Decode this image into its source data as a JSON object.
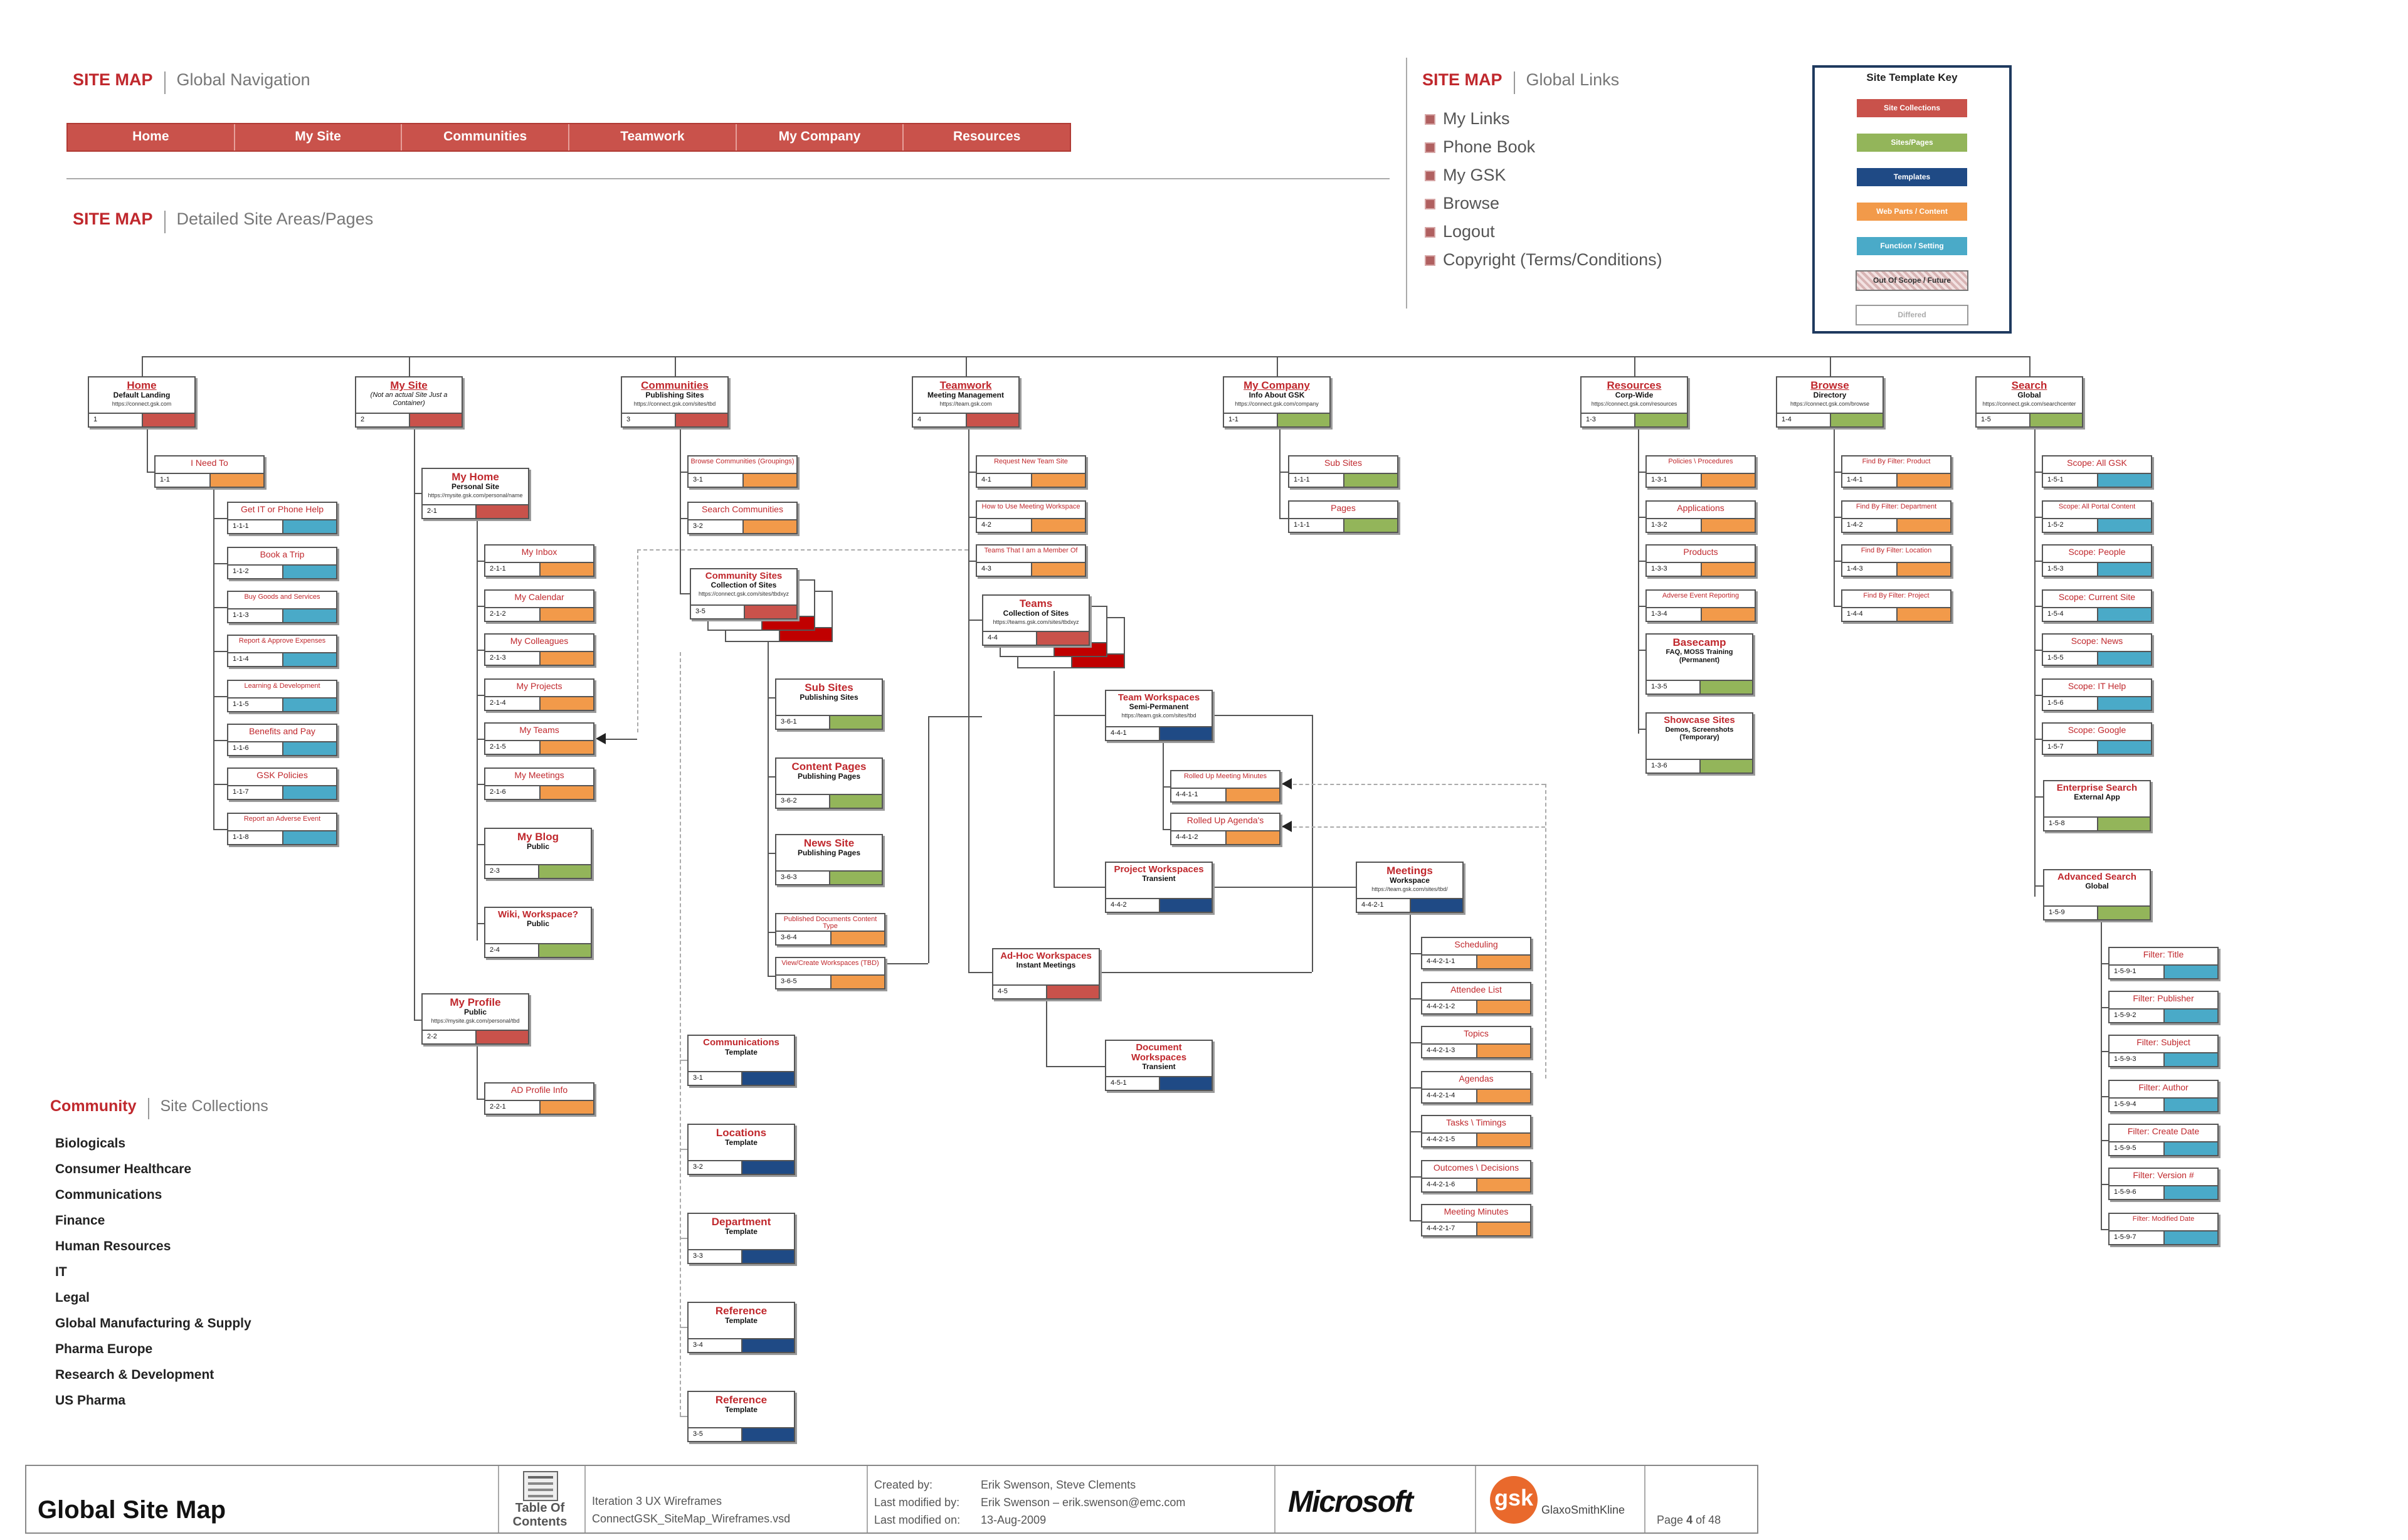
{
  "header": {
    "sitemap_label": "SITE MAP",
    "global_nav_title": "Global Navigation",
    "detailed_title": "Detailed Site Areas/Pages",
    "global_links_title": "Global Links"
  },
  "nav_tabs": [
    "Home",
    "My Site",
    "Communities",
    "Teamwork",
    "My Company",
    "Resources"
  ],
  "global_links": [
    "My Links",
    "Phone Book",
    "My GSK",
    "Browse",
    "Logout",
    "Copyright (Terms/Conditions)"
  ],
  "key": {
    "title": "Site Template Key",
    "items": [
      {
        "label": "Site Collections",
        "color": "#c9524b"
      },
      {
        "label": "Sites/Pages",
        "color": "#93b55a"
      },
      {
        "label": "Templates",
        "color": "#1f4a85"
      },
      {
        "label": "Web Parts / Content",
        "color": "#f29a4a"
      },
      {
        "label": "Function / Setting",
        "color": "#4aaac8"
      },
      {
        "label": "Out Of Scope / Future",
        "color": "#d8b4b4"
      },
      {
        "label": "Differed",
        "color": "#ffffff"
      }
    ]
  },
  "colors": {
    "red": "#c9524b",
    "green": "#93b55a",
    "navy": "#1f4a85",
    "orange": "#f29a4a",
    "teal": "#4aaac8",
    "hatch": "#d8b4b4",
    "white": "#ffffff"
  },
  "community": {
    "title": "Community",
    "subtitle": "Site Collections",
    "items": [
      "Biologicals",
      "Consumer Healthcare",
      "Communications",
      "Finance",
      "Human Resources",
      "IT",
      "Legal",
      "Global Manufacturing & Supply",
      "Pharma Europe",
      "Research & Development",
      "US Pharma"
    ]
  },
  "nodes": [
    {
      "k": "n1",
      "title": "Home",
      "sub": "Default Landing",
      "url": "https://connect.gsk.com",
      "id": "1",
      "color": "red",
      "link": true
    },
    {
      "k": "n2",
      "title": "My Site",
      "sub": "(Not an actual Site Just a Container)",
      "url": "",
      "id": "2",
      "color": "red",
      "link": true
    },
    {
      "k": "n3",
      "title": "Communities",
      "sub": "Publishing Sites",
      "url": "https://connect.gsk.com/sites/tbd",
      "id": "3",
      "color": "red",
      "link": true
    },
    {
      "k": "n4",
      "title": "Teamwork",
      "sub": "Meeting Management",
      "url": "https://team.gsk.com",
      "id": "4",
      "color": "red",
      "link": true
    },
    {
      "k": "n5",
      "title": "My Company",
      "sub": "Info About GSK",
      "url": "https://connect.gsk.com/company",
      "id": "1-1",
      "color": "green",
      "link": true
    },
    {
      "k": "n6",
      "title": "Resources",
      "sub": "Corp-Wide",
      "url": "https://connect.gsk.com/resources",
      "id": "1-3",
      "color": "green",
      "link": true
    },
    {
      "k": "n7",
      "title": "Browse",
      "sub": "Directory",
      "url": "https://connect.gsk.com/browse",
      "id": "1-4",
      "color": "green",
      "link": true
    },
    {
      "k": "n8",
      "title": "Search",
      "sub": "Global",
      "url": "https://connect.gsk.com/searchcenter",
      "id": "1-5",
      "color": "green",
      "link": true
    },
    {
      "k": "h1",
      "title": "I Need To",
      "id": "1-1",
      "color": "orange"
    },
    {
      "k": "h2",
      "title": "Get IT or Phone Help",
      "id": "1-1-1",
      "color": "teal"
    },
    {
      "k": "h3",
      "title": "Book a Trip",
      "id": "1-1-2",
      "color": "teal"
    },
    {
      "k": "h4",
      "title": "Buy Goods and Services",
      "id": "1-1-3",
      "color": "teal"
    },
    {
      "k": "h5",
      "title": "Report & Approve Expenses",
      "id": "1-1-4",
      "color": "teal"
    },
    {
      "k": "h6",
      "title": "Learning & Development",
      "id": "1-1-5",
      "color": "teal"
    },
    {
      "k": "h7",
      "title": "Benefits and Pay",
      "id": "1-1-6",
      "color": "teal"
    },
    {
      "k": "h8",
      "title": "GSK Policies",
      "id": "1-1-7",
      "color": "teal"
    },
    {
      "k": "h9",
      "title": "Report an Adverse Event",
      "id": "1-1-8",
      "color": "teal"
    },
    {
      "k": "m1",
      "title": "My Home",
      "sub": "Personal Site",
      "url": "https://mysite.gsk.com/personal/name",
      "id": "2-1",
      "color": "red"
    },
    {
      "k": "m2",
      "title": "My Inbox",
      "id": "2-1-1",
      "color": "orange"
    },
    {
      "k": "m3",
      "title": "My Calendar",
      "id": "2-1-2",
      "color": "orange"
    },
    {
      "k": "m4",
      "title": "My Colleagues",
      "id": "2-1-3",
      "color": "orange"
    },
    {
      "k": "m5",
      "title": "My Projects",
      "id": "2-1-4",
      "color": "orange"
    },
    {
      "k": "m6",
      "title": "My Teams",
      "id": "2-1-5",
      "color": "orange"
    },
    {
      "k": "m7",
      "title": "My Meetings",
      "id": "2-1-6",
      "color": "orange"
    },
    {
      "k": "m8",
      "title": "My Blog",
      "sub": "Public",
      "id": "2-3",
      "color": "green"
    },
    {
      "k": "m9",
      "title": "Wiki, Workspace?",
      "sub": "Public",
      "id": "2-4",
      "color": "green"
    },
    {
      "k": "m10",
      "title": "My Profile",
      "sub": "Public",
      "url": "https://mysite.gsk.com/personal/tbd",
      "id": "2-2",
      "color": "red"
    },
    {
      "k": "m11",
      "title": "AD Profile Info",
      "id": "2-2-1",
      "color": "orange"
    },
    {
      "k": "c1",
      "title": "Browse Communities (Groupings)",
      "id": "3-1",
      "color": "orange"
    },
    {
      "k": "c2",
      "title": "Search Communities",
      "id": "3-2",
      "color": "orange"
    },
    {
      "k": "c3",
      "title": "Community Sites",
      "sub": "Collection of Sites",
      "url": "https://connect.gsk.com/sites/tbdxyz",
      "id": "3-5",
      "color": "red"
    },
    {
      "k": "c4",
      "title": "Sub Sites",
      "sub": "Publishing Sites",
      "id": "3-6-1",
      "color": "green"
    },
    {
      "k": "c5",
      "title": "Content Pages",
      "sub": "Publishing Pages",
      "id": "3-6-2",
      "color": "green"
    },
    {
      "k": "c6",
      "title": "News Site",
      "sub": "Publishing Pages",
      "id": "3-6-3",
      "color": "green"
    },
    {
      "k": "c7",
      "title": "Published Documents Content Type",
      "id": "3-6-4",
      "color": "orange"
    },
    {
      "k": "c8",
      "title": "View/Create Workspaces (TBD)",
      "id": "3-6-5",
      "color": "orange"
    },
    {
      "k": "c9",
      "title": "Communications",
      "sub": "Template",
      "id": "3-1",
      "color": "navy"
    },
    {
      "k": "c10",
      "title": "Locations",
      "sub": "Template",
      "id": "3-2",
      "color": "navy"
    },
    {
      "k": "c11",
      "title": "Department",
      "sub": "Template",
      "id": "3-3",
      "color": "navy"
    },
    {
      "k": "c12",
      "title": "Reference",
      "sub": "Template",
      "id": "3-4",
      "color": "navy"
    },
    {
      "k": "c13",
      "title": "Reference",
      "sub": "Template",
      "id": "3-5",
      "color": "navy"
    },
    {
      "k": "t1",
      "title": "Request New Team Site",
      "id": "4-1",
      "color": "orange"
    },
    {
      "k": "t2",
      "title": "How to Use Meeting Workspace",
      "id": "4-2",
      "color": "orange"
    },
    {
      "k": "t3",
      "title": "Teams That I am a Member Of",
      "id": "4-3",
      "color": "orange"
    },
    {
      "k": "t4",
      "title": "Teams",
      "sub": "Collection of Sites",
      "url": "https://teams.gsk.com/sites/tbdxyz",
      "id": "4-4",
      "color": "red"
    },
    {
      "k": "t5",
      "title": "Team Workspaces",
      "sub": "Semi-Permanent",
      "url": "https://team.gsk.com/sites/tbd",
      "id": "4-4-1",
      "color": "navy"
    },
    {
      "k": "t6",
      "title": "Rolled Up Meeting Minutes",
      "id": "4-4-1-1",
      "color": "orange"
    },
    {
      "k": "t7",
      "title": "Rolled Up Agenda's",
      "id": "4-4-1-2",
      "color": "orange"
    },
    {
      "k": "t8",
      "title": "Project Workspaces",
      "sub": "Transient",
      "id": "4-4-2",
      "color": "navy"
    },
    {
      "k": "t9",
      "title": "Ad-Hoc Workspaces",
      "sub": "Instant Meetings",
      "id": "4-5",
      "color": "red"
    },
    {
      "k": "t10",
      "title": "Document Workspaces",
      "sub": "Transient",
      "id": "4-5-1",
      "color": "navy"
    },
    {
      "k": "t11",
      "title": "Meetings",
      "sub": "Workspace",
      "url": "https://team.gsk.com/sites/tbd/",
      "id": "4-4-2-1",
      "color": "navy"
    },
    {
      "k": "t12",
      "title": "Scheduling",
      "id": "4-4-2-1-1",
      "color": "orange"
    },
    {
      "k": "t13",
      "title": "Attendee List",
      "id": "4-4-2-1-2",
      "color": "orange"
    },
    {
      "k": "t14",
      "title": "Topics",
      "id": "4-4-2-1-3",
      "color": "orange"
    },
    {
      "k": "t15",
      "title": "Agendas",
      "id": "4-4-2-1-4",
      "color": "orange"
    },
    {
      "k": "t16",
      "title": "Tasks \\ Timings",
      "id": "4-4-2-1-5",
      "color": "orange"
    },
    {
      "k": "t17",
      "title": "Outcomes \\ Decisions",
      "id": "4-4-2-1-6",
      "color": "orange"
    },
    {
      "k": "t18",
      "title": "Meeting Minutes",
      "id": "4-4-2-1-7",
      "color": "orange"
    },
    {
      "k": "y1",
      "title": "Sub Sites",
      "id": "1-1-1",
      "color": "green"
    },
    {
      "k": "y2",
      "title": "Pages",
      "id": "1-1-1",
      "color": "green"
    },
    {
      "k": "r1",
      "title": "Policies \\ Procedures",
      "id": "1-3-1",
      "color": "orange"
    },
    {
      "k": "r2",
      "title": "Applications",
      "id": "1-3-2",
      "color": "orange"
    },
    {
      "k": "r3",
      "title": "Products",
      "id": "1-3-3",
      "color": "orange"
    },
    {
      "k": "r4",
      "title": "Adverse Event Reporting",
      "id": "1-3-4",
      "color": "orange"
    },
    {
      "k": "r5",
      "title": "Basecamp",
      "sub": "FAQ, MOSS Training (Permanent)",
      "id": "1-3-5",
      "color": "green"
    },
    {
      "k": "r6",
      "title": "Showcase Sites",
      "sub": "Demos, Screenshots (Temporary)",
      "id": "1-3-6",
      "color": "green"
    },
    {
      "k": "b1",
      "title": "Find By Filter: Product",
      "id": "1-4-1",
      "color": "orange"
    },
    {
      "k": "b2",
      "title": "Find By Filter: Department",
      "id": "1-4-2",
      "color": "orange"
    },
    {
      "k": "b3",
      "title": "Find By Filter: Location",
      "id": "1-4-3",
      "color": "orange"
    },
    {
      "k": "b4",
      "title": "Find By Filter: Project",
      "id": "1-4-4",
      "color": "orange"
    },
    {
      "k": "s1",
      "title": "Scope: All GSK",
      "id": "1-5-1",
      "color": "teal"
    },
    {
      "k": "s2",
      "title": "Scope: All Portal Content",
      "id": "1-5-2",
      "color": "teal"
    },
    {
      "k": "s3",
      "title": "Scope: People",
      "id": "1-5-3",
      "color": "teal"
    },
    {
      "k": "s4",
      "title": "Scope: Current Site",
      "id": "1-5-4",
      "color": "teal"
    },
    {
      "k": "s5",
      "title": "Scope: News",
      "id": "1-5-5",
      "color": "teal"
    },
    {
      "k": "s6",
      "title": "Scope: IT Help",
      "id": "1-5-6",
      "color": "teal"
    },
    {
      "k": "s7",
      "title": "Scope: Google",
      "id": "1-5-7",
      "color": "teal"
    },
    {
      "k": "s8",
      "title": "Enterprise Search",
      "sub": "External App",
      "id": "1-5-8",
      "color": "green"
    },
    {
      "k": "s9",
      "title": "Advanced Search",
      "sub": "Global",
      "id": "1-5-9",
      "color": "green"
    },
    {
      "k": "f1",
      "title": "Filter: Title",
      "id": "1-5-9-1",
      "color": "teal"
    },
    {
      "k": "f2",
      "title": "Filter: Publisher",
      "id": "1-5-9-2",
      "color": "teal"
    },
    {
      "k": "f3",
      "title": "Filter: Subject",
      "id": "1-5-9-3",
      "color": "teal"
    },
    {
      "k": "f4",
      "title": "Filter: Author",
      "id": "1-5-9-4",
      "color": "teal"
    },
    {
      "k": "f5",
      "title": "Filter: Create Date",
      "id": "1-5-9-5",
      "color": "teal"
    },
    {
      "k": "f6",
      "title": "Filter: Version #",
      "id": "1-5-9-6",
      "color": "teal"
    },
    {
      "k": "f7",
      "title": "Filter: Modified Date",
      "id": "1-5-9-7",
      "color": "teal"
    }
  ],
  "footer": {
    "title": "Global Site Map",
    "toc_label": "Table Of Contents",
    "iteration": "Iteration 3 UX Wireframes",
    "file": "ConnectGSK_SiteMap_Wireframes.vsd",
    "created_by_label": "Created by:",
    "created_by": "Erik Swenson, Steve Clements",
    "modified_by_label": "Last modified by:",
    "modified_by": "Erik Swenson – erik.swenson@emc.com",
    "modified_on_label": "Last modified on:",
    "modified_on": "13-Aug-2009",
    "ms_logo": "Microsoft",
    "gsk_logo": "gsk",
    "gsk_name": "GlaxoSmithKline",
    "page_label": "Page",
    "page_num": "4",
    "page_of": "of",
    "page_total": "48"
  }
}
